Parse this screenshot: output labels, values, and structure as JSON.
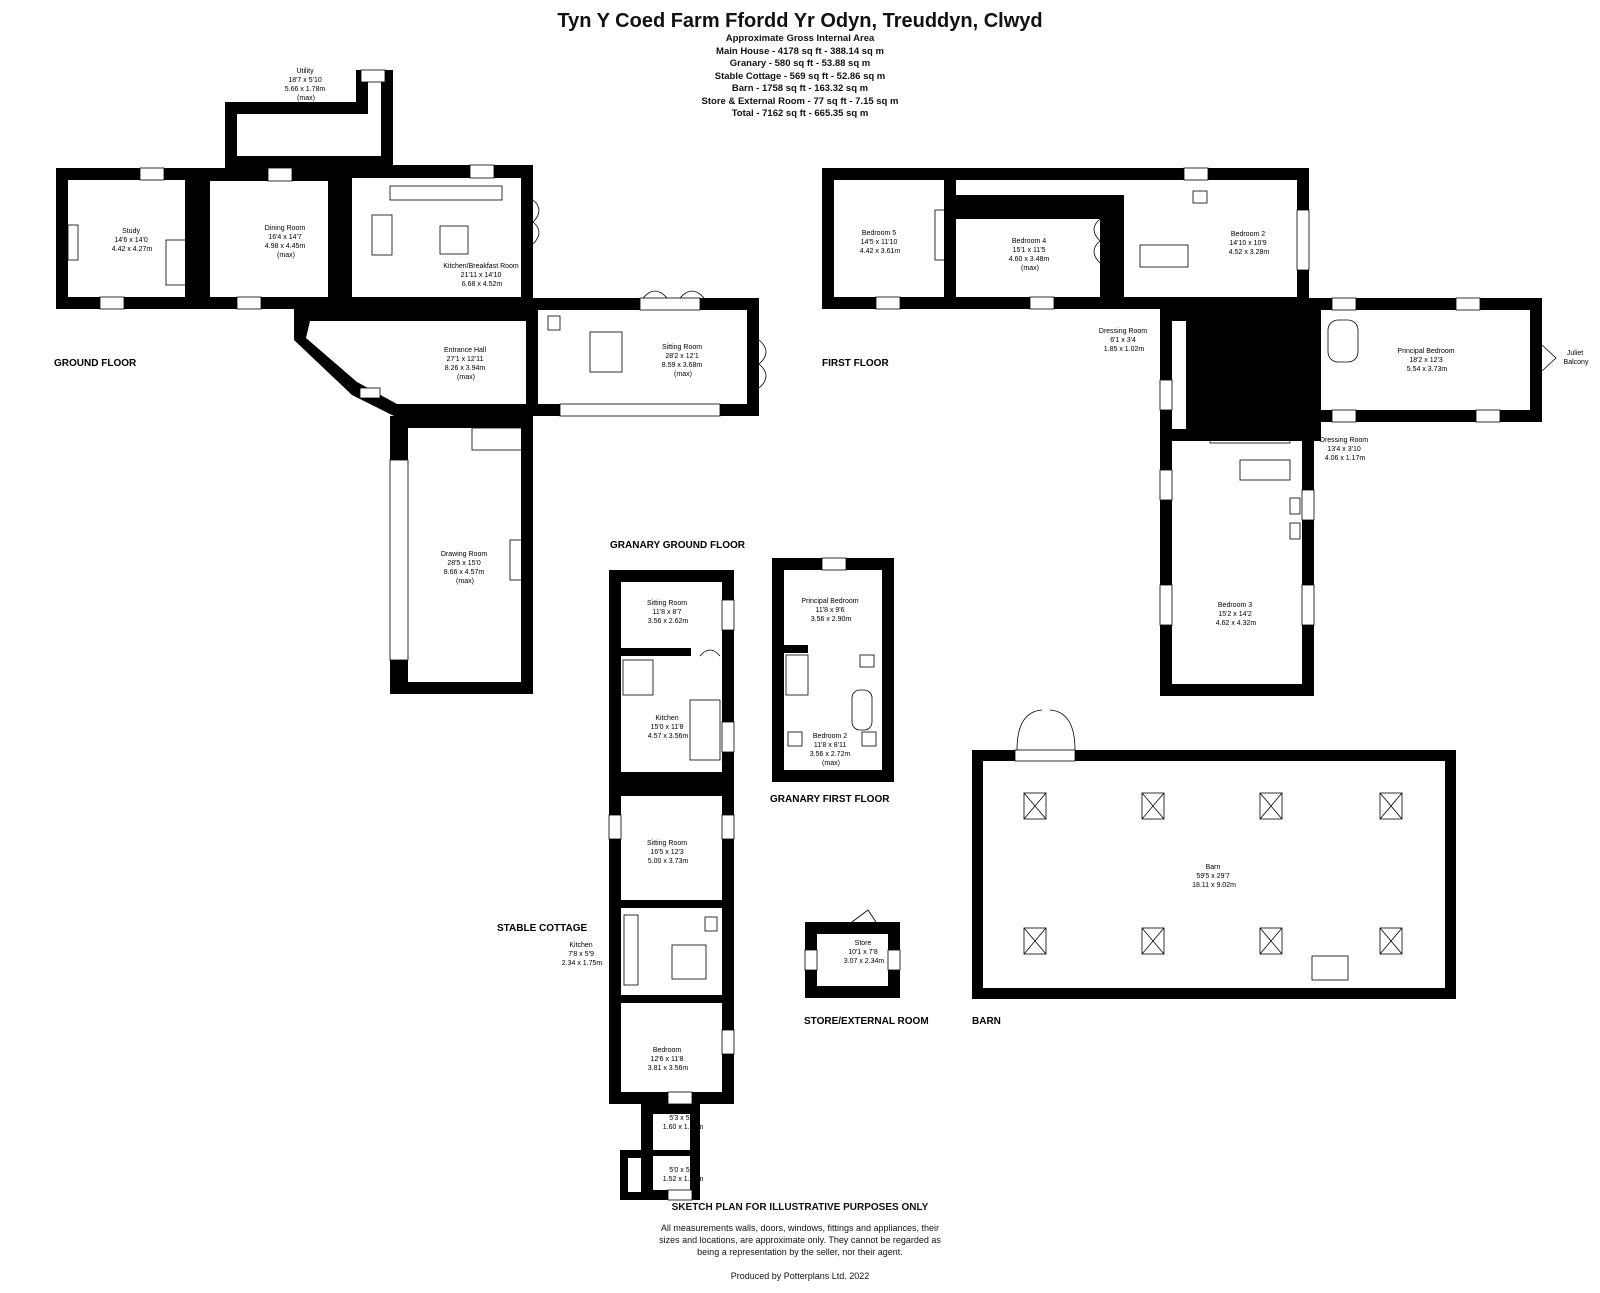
{
  "title": "Tyn Y Coed Farm Ffordd Yr Odyn, Treuddyn, Clwyd",
  "areas": [
    "Approximate Gross Internal Area",
    "Main House - 4178 sq ft - 388.14 sq m",
    "Granary - 580 sq ft - 53.88 sq m",
    "Stable Cottage - 569 sq ft - 52.86 sq m",
    "Barn - 1758 sq ft - 163.32 sq m",
    "Store & External Room - 77 sq ft - 7.15 sq m",
    "Total - 7162 sq ft - 665.35 sq m"
  ],
  "floors": {
    "ground": "GROUND FLOOR",
    "first": "FIRST FLOOR",
    "granary_ground": "GRANARY GROUND FLOOR",
    "granary_first": "GRANARY FIRST FLOOR",
    "stable": "STABLE COTTAGE",
    "store": "STORE/EXTERNAL ROOM",
    "barn": "BARN"
  },
  "rooms": {
    "utility": [
      "Utility",
      "18'7 x 5'10",
      "5.66 x 1.78m",
      "(max)"
    ],
    "study": [
      "Study",
      "14'6 x 14'0",
      "4.42 x 4.27m"
    ],
    "dining": [
      "Dining Room",
      "16'4 x 14'7",
      "4.98 x 4.45m",
      "(max)"
    ],
    "kitchen_breakfast": [
      "Kitchen/Breakfast Room",
      "21'11 x 14'10",
      "6.68 x 4.52m"
    ],
    "entrance_hall": [
      "Entrance Hall",
      "27'1 x 12'11",
      "8.26 x 3.94m",
      "(max)"
    ],
    "sitting_main": [
      "Sitting Room",
      "28'2 x 12'1",
      "8.59 x 3.68m",
      "(max)"
    ],
    "drawing": [
      "Drawing Room",
      "28'5 x 15'0",
      "8.66 x 4.57m",
      "(max)"
    ],
    "bedroom5": [
      "Bedroom 5",
      "14'5 x 11'10",
      "4.42 x 3.61m"
    ],
    "bedroom4": [
      "Bedroom 4",
      "15'1 x 11'5",
      "4.60 x 3.48m",
      "(max)"
    ],
    "bedroom2": [
      "Bedroom 2",
      "14'10 x 10'9",
      "4.52 x 3.28m"
    ],
    "dressing1": [
      "Dressing Room",
      "6'1 x 3'4",
      "1.85 x 1.02m"
    ],
    "principal_main": [
      "Principal Bedroom",
      "18'2 x 12'3",
      "5.54 x 3.73m"
    ],
    "juliet": [
      "Juliet",
      "Balcony"
    ],
    "dressing2": [
      "Dressing Room",
      "13'4 x 3'10",
      "4.06 x 1.17m"
    ],
    "bedroom3": [
      "Bedroom 3",
      "15'2 x 14'2",
      "4.62 x 4.32m"
    ],
    "g_sitting": [
      "Sitting Room",
      "11'8 x 8'7",
      "3.56 x 2.62m"
    ],
    "g_kitchen": [
      "Kitchen",
      "15'0 x 11'8",
      "4.57 x 3.56m"
    ],
    "g_principal": [
      "Principal Bedroom",
      "11'8 x 9'6",
      "3.56 x 2.90m"
    ],
    "g_bedroom2": [
      "Bedroom 2",
      "11'8 x 8'11",
      "3.56 x 2.72m",
      "(max)"
    ],
    "s_sitting": [
      "Sitting Room",
      "16'5 x 12'3",
      "5.00 x 3.73m"
    ],
    "s_kitchen": [
      "Kitchen",
      "7'8 x 5'9",
      "2.34 x 1.75m"
    ],
    "s_bedroom": [
      "Bedroom",
      "12'6 x 11'8",
      "3.81 x 3.56m"
    ],
    "s_room1": [
      "5'3 x 5'0",
      "1.60 x 1.52m"
    ],
    "s_room2": [
      "5'0 x 5'0",
      "1.52 x 1.52m"
    ],
    "store": [
      "Store",
      "10'1 x 7'8",
      "3.07 x 2.34m"
    ],
    "barn": [
      "Barn",
      "59'5 x 29'7",
      "18.11 x 9.02m"
    ]
  },
  "footer": {
    "heading": "SKETCH PLAN FOR ILLUSTRATIVE PURPOSES ONLY",
    "disclaimer_lines": [
      "All measurements walls, doors, windows, fittings and appliances, their",
      "sizes and locations, are approximate only. They cannot be regarded as",
      "being a representation by the seller, nor their agent."
    ],
    "produced": "Produced by Potterplans Ltd. 2022"
  }
}
